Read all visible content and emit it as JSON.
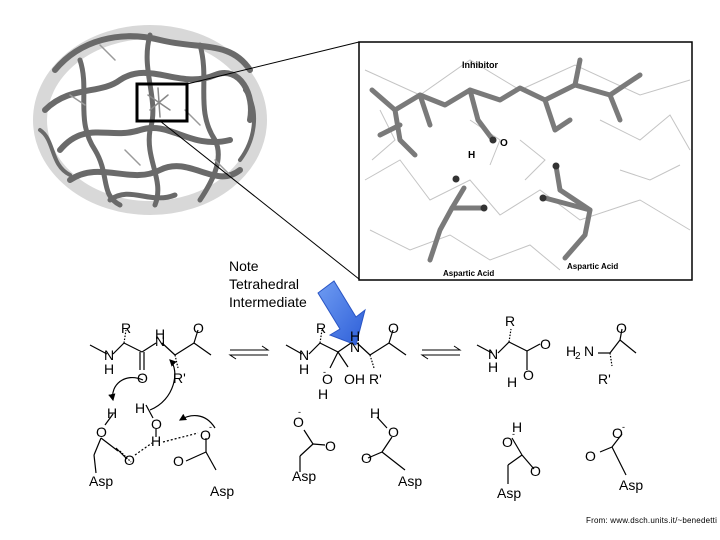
{
  "note": {
    "line1": "Note",
    "line2": "Tetrahedral",
    "line3": "Intermediate"
  },
  "inset": {
    "inhibitor_label": "Inhibitor",
    "h_label": "H",
    "o_label": "O",
    "aspartic_left": "Aspartic Acid",
    "aspartic_right": "Aspartic Acid"
  },
  "mech1": {
    "r": "R",
    "n": "N",
    "h": "H",
    "o_top": "O",
    "o_low": "O",
    "rp": "R'",
    "h_w": "H",
    "o_w": "O",
    "h_w2": "H",
    "o_asp_top": "O",
    "o_asp_bot": "O",
    "asp": "Asp",
    "o_right": "O",
    "o_right_low": "O",
    "asp_right": "Asp"
  },
  "mech2": {
    "r": "R",
    "n": "N",
    "h": "H",
    "o_top": "O",
    "o_minus": "O",
    "oh": "OH",
    "rp": "R'",
    "h2": "H",
    "asp_o_top": "O",
    "asp_o": "O",
    "asp": "Asp",
    "h_r": "H",
    "o_r": "O",
    "o_r2": "O",
    "asp_r": "Asp"
  },
  "mech3": {
    "r": "R",
    "n": "N",
    "h": "H",
    "o_top": "O",
    "h2n": "H",
    "o_low": "O",
    "rp": "R'",
    "o_right": "O",
    "h_left": "H",
    "o_left": "O",
    "o_left2": "O",
    "asp_left": "Asp",
    "o_r_top": "O",
    "o_r": "O",
    "asp_r": "Asp"
  },
  "credit": "From: www.dsch.units.it/~benedetti",
  "colors": {
    "arrow": "#3a6fe0",
    "ink": "#000000"
  }
}
